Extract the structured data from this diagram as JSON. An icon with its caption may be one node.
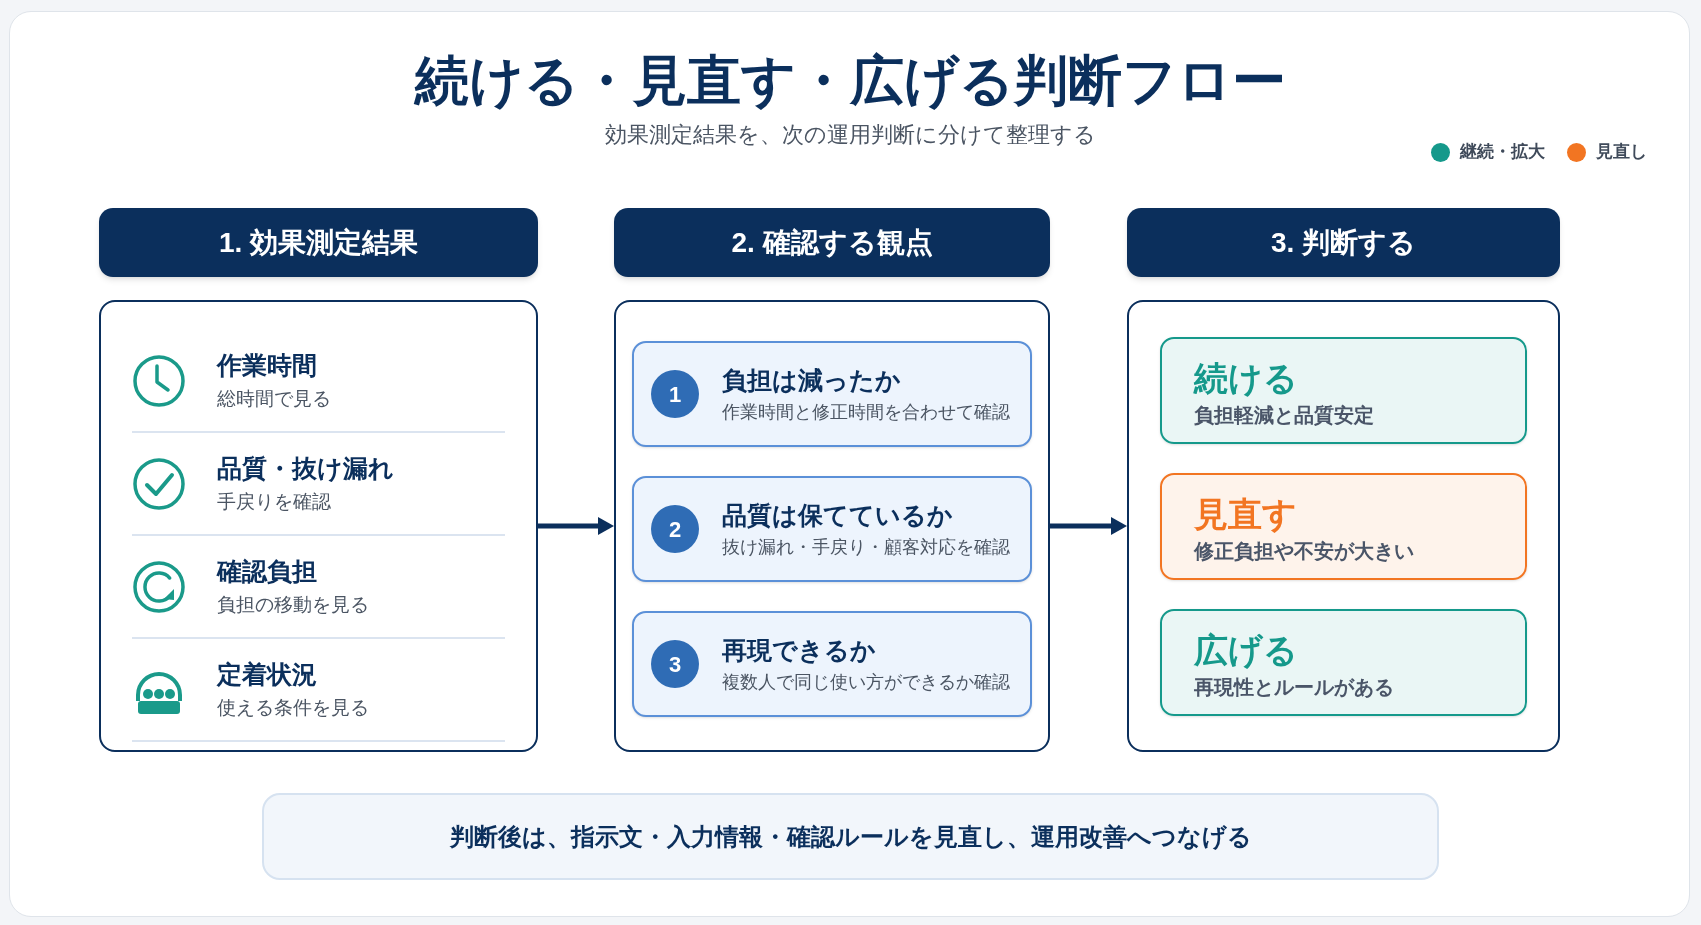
{
  "diagram": {
    "title": "続ける・見直す・広げる判断フロー",
    "nodes": [
      {
        "text": [
          "1. 効果測定結果"
        ]
      },
      {
        "text": [],
        "shape": "box"
      },
      {
        "text": [
          "作業時間",
          "総時間で見る"
        ],
        "in": 1
      },
      {
        "text": [
          "品質・抜け漏れ",
          "手戻りを確認"
        ],
        "in": 1
      },
      {
        "text": [
          "確認負担",
          "負担の移動を見る"
        ],
        "in": 1
      },
      {
        "text": [
          "定着状況",
          "使える条件を見る"
        ],
        "in": 1
      },
      {
        "text": [
          "2. 確認する観点"
        ]
      },
      {
        "text": [],
        "shape": "box"
      },
      {
        "text": [
          "負担は減ったか",
          "作業時間と修正時間を合わせて確認"
        ],
        "in": 7
      },
      {
        "text": [
          "1"
        ],
        "in": 8
      },
      {
        "text": [
          "品質は保てているか",
          "抜け漏れ・手戻り・顧客対応を確認"
        ],
        "in": 7
      },
      {
        "text": [
          "2"
        ],
        "in": 10
      },
      {
        "text": [
          "再現できるか",
          "複数人で同じ使い方ができるか確認"
        ],
        "in": 7
      },
      {
        "text": [
          "3"
        ],
        "in": 12
      },
      {
        "text": [
          "3. 判断する"
        ]
      },
      {
        "text": [],
        "shape": "box"
      },
      {
        "text": [
          "続ける",
          "負担軽減と品質安定"
        ],
        "in": 15
      },
      {
        "text": [
          "見直す",
          "修正負担や不安が大きい"
        ],
        "in": 15
      },
      {
        "text": [
          "広げる",
          "再現性とルールがある"
        ],
        "in": 15
      },
      {
        "text": [
          "判断後は、指示文・入力情報・確認ルールを見直し、運用改善へつなげる"
        ]
      }
    ],
    "edges": [
      {
        "from": 1,
        "to": 7,
        "arrow": "to"
      },
      {
        "from": 7,
        "to": 15,
        "arrow": "to"
      }
    ],
    "labels": [
      "効果測定結果を、次の運用判断に分けて整理する"
    ],
    "legend": [
      {
        "text": "継続・拡大",
        "color": "#15998b"
      },
      {
        "text": "見直し",
        "color": "#f27522"
      }
    ]
  }
}
